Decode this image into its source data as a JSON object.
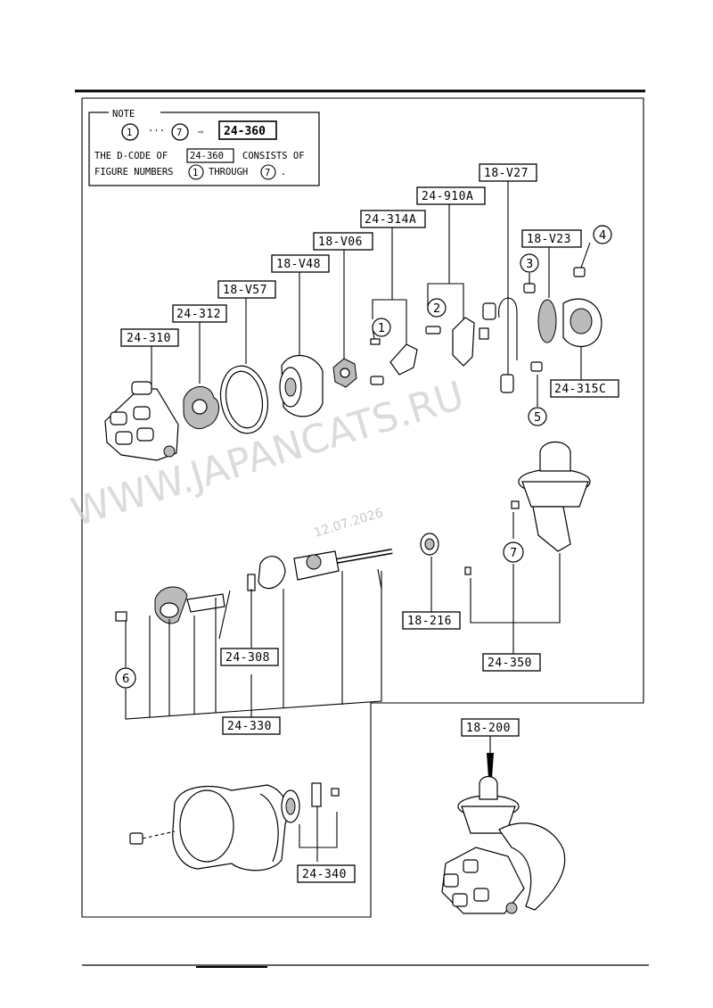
{
  "note": {
    "heading": "NOTE",
    "range_start": "1",
    "range_dots": "···",
    "range_end": "7",
    "arrow": "⇨",
    "target_code": "24-360",
    "line1_pre": "THE D-CODE OF",
    "line1_code": "24-360",
    "line1_post": "CONSISTS OF",
    "line2_pre": "FIGURE NUMBERS",
    "line2_num1": "1",
    "line2_mid": "THROUGH",
    "line2_num2": "7",
    "line2_end": "."
  },
  "part_labels": {
    "l_24_310": "24-310",
    "l_24_312": "24-312",
    "l_18_v57": "18-V57",
    "l_18_v48": "18-V48",
    "l_18_v06": "18-V06",
    "l_24_314a": "24-314A",
    "l_24_910a": "24-910A",
    "l_18_v27": "18-V27",
    "l_18_v23": "18-V23",
    "l_24_315c": "24-315C",
    "l_18_216": "18-216",
    "l_24_350": "24-350",
    "l_24_308": "24-308",
    "l_24_330": "24-330",
    "l_18_200": "18-200",
    "l_24_340": "24-340"
  },
  "figure_numbers": {
    "n1": "1",
    "n2": "2",
    "n3": "3",
    "n4": "4",
    "n5": "5",
    "n6": "6",
    "n7": "7"
  },
  "watermark": {
    "text": "WWW.JAPANCATS.RU",
    "date": "12.07.2026"
  }
}
